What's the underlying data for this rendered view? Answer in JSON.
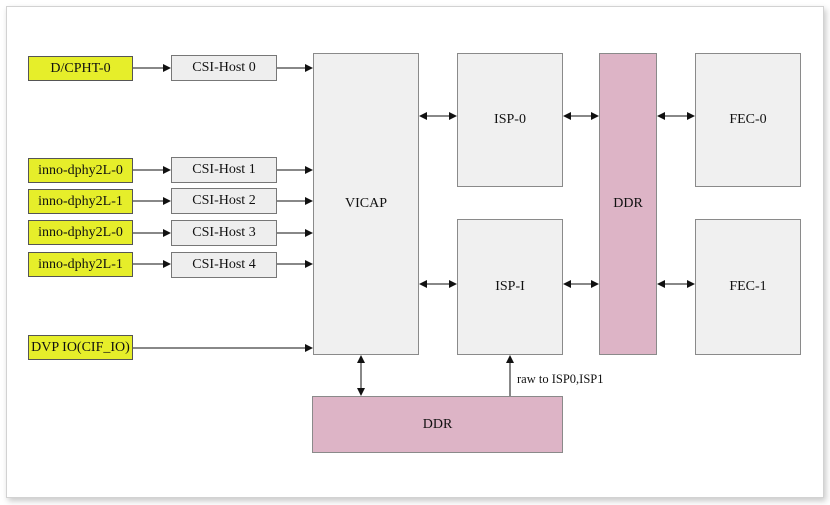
{
  "sources": [
    {
      "label": "D/CPHT-0"
    },
    {
      "label": "inno-dphy2L-0"
    },
    {
      "label": "inno-dphy2L-1"
    },
    {
      "label": "inno-dphy2L-0"
    },
    {
      "label": "inno-dphy2L-1"
    },
    {
      "label": "DVP IO(CIF_IO)"
    }
  ],
  "hosts": [
    {
      "label": "CSI-Host 0"
    },
    {
      "label": "CSI-Host 1"
    },
    {
      "label": "CSI-Host 2"
    },
    {
      "label": "CSI-Host 3"
    },
    {
      "label": "CSI-Host 4"
    }
  ],
  "vicap": {
    "label": "VICAP"
  },
  "isp0": {
    "label": "ISP-0"
  },
  "isp1": {
    "label": "ISP-I"
  },
  "ddr_right": {
    "label": "DDR"
  },
  "ddr_bottom": {
    "label": "DDR"
  },
  "fec0": {
    "label": "FEC-0"
  },
  "fec1": {
    "label": "FEC-1"
  },
  "raw_note": "raw to ISP0,ISP1",
  "colors": {
    "source_fill": "#e6ee2a",
    "block_fill": "#f0f0f0",
    "ddr_fill": "#ddb4c6",
    "line": "#111111"
  }
}
